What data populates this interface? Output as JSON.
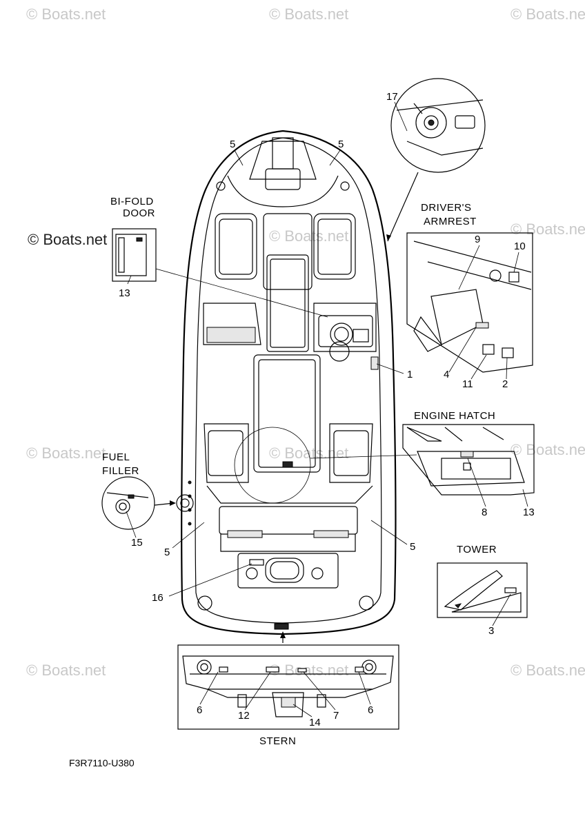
{
  "watermarks": {
    "top_left": "© Boats.net",
    "top_center": "© Boats.net",
    "top_right": "© Boats.net",
    "left_dark": "© Boats.net",
    "mid_center_1": "© Boats.net",
    "mid_right_1": "© Boats.net",
    "mid_left": "© Boats.net",
    "mid_center_2": "© Boats.net",
    "mid_right_2": "© Boats.net",
    "low_left": "© Boats.net",
    "low_center": "© Boats.net",
    "low_right": "© Boats.net"
  },
  "captions": {
    "bifold_line1": "BI-FOLD",
    "bifold_line2": "DOOR",
    "drivers_line1": "DRIVER'S",
    "drivers_line2": "ARMREST",
    "engine_hatch": "ENGINE HATCH",
    "fuel_line1": "FUEL",
    "fuel_line2": "FILLER",
    "tower": "TOWER",
    "stern": "STERN"
  },
  "callouts": {
    "c17": "17",
    "c5_bow_left": "5",
    "c5_bow_right": "5",
    "c13_bifold": "13",
    "c9": "9",
    "c10": "10",
    "c1": "1",
    "c4": "4",
    "c11": "11",
    "c2": "2",
    "c8": "8",
    "c13_hatch": "13",
    "c15": "15",
    "c5_aft_left": "5",
    "c5_aft_right": "5",
    "c3": "3",
    "c16": "16",
    "c6_left": "6",
    "c12": "12",
    "c7": "7",
    "c6_right": "6",
    "c14": "14"
  },
  "part_number": "F3R7110-U380"
}
